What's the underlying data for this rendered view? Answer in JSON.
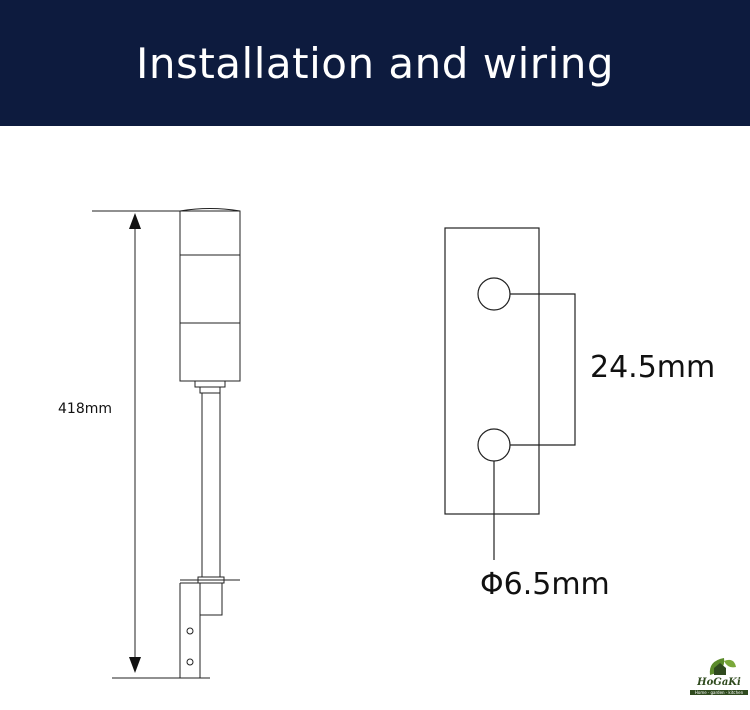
{
  "header": {
    "title": "Installation and wiring"
  },
  "tower_drawing": {
    "height_label": "418mm"
  },
  "bracket_drawing": {
    "spacing_label": "24.5mm",
    "hole_label": "Φ6.5mm"
  },
  "logo": {
    "name": "HoGaKi",
    "tagline": "Home · garden · kitchen"
  },
  "colors": {
    "header_bg": "#0d1b3e",
    "line": "#222222"
  }
}
